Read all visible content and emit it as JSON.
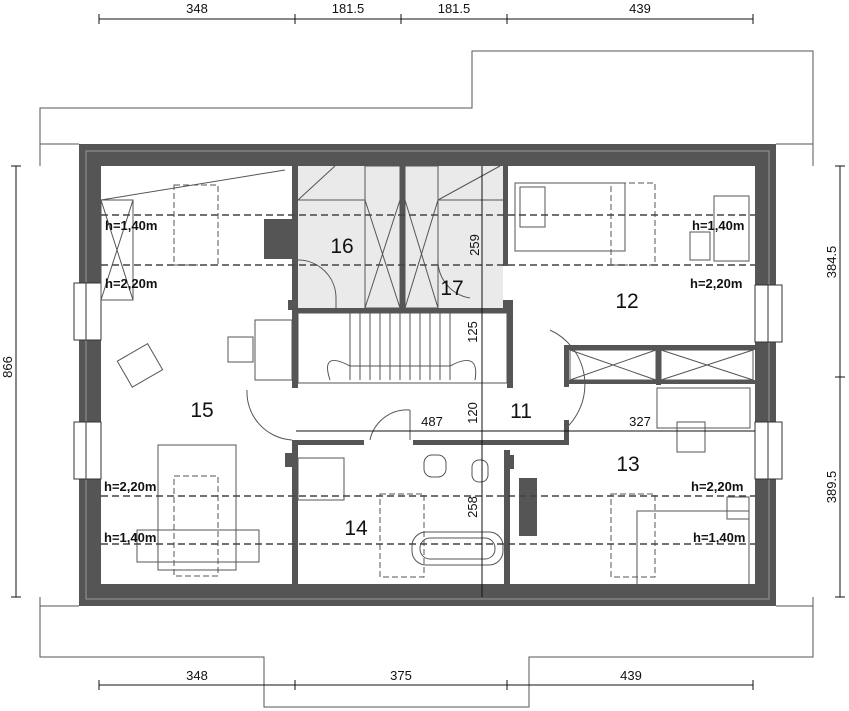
{
  "dimensions": {
    "top": [
      "348",
      "181.5",
      "181.5",
      "439"
    ],
    "bottom": [
      "348",
      "375",
      "439"
    ],
    "left": "866",
    "right": [
      "384.5",
      "389.5"
    ],
    "inner": {
      "d259": "259",
      "d125": "125",
      "d120": "120",
      "d487": "487",
      "d327": "327",
      "d258": "258"
    }
  },
  "rooms": {
    "r11": "11",
    "r12": "12",
    "r13": "13",
    "r14": "14",
    "r15": "15",
    "r16": "16",
    "r17": "17"
  },
  "heights": {
    "h140": "h=1,40m",
    "h220": "h=2,20m"
  },
  "colors": {
    "wall": "#555555",
    "closet_fill": "#eaeaea"
  }
}
